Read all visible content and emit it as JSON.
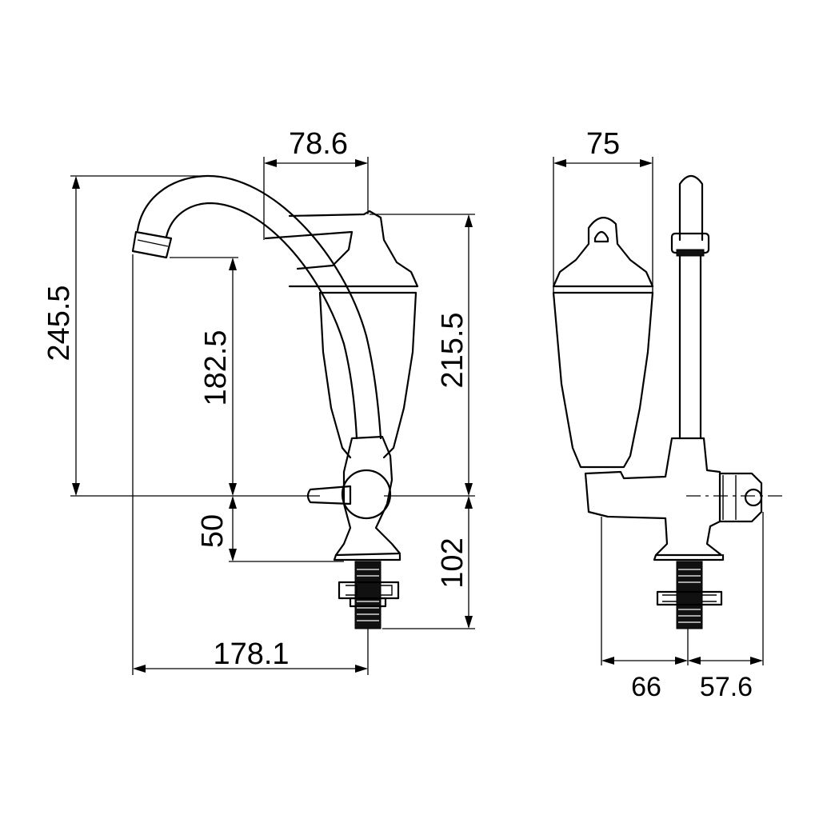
{
  "dimensions": {
    "front_view": {
      "total_height": "245.5",
      "spout_height": "182.5",
      "filter_height": "215.5",
      "handle_to_base": "50",
      "base_to_thread_end": "102",
      "spout_reach": "178.1",
      "filter_width": "78.6"
    },
    "side_view": {
      "filter_width": "75",
      "thread_to_back": "66",
      "thread_to_handle": "57.6"
    }
  },
  "colors": {
    "line": "#000000",
    "background": "#ffffff"
  }
}
